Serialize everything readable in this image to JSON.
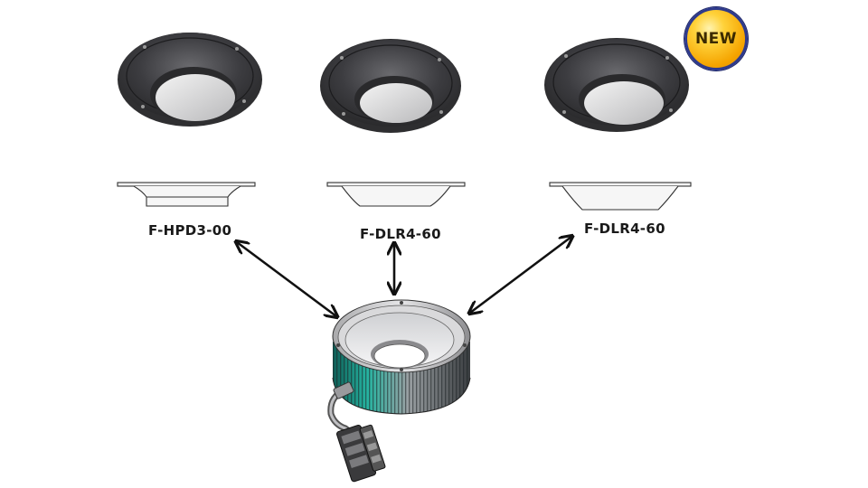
{
  "products": [
    {
      "label": "F-HPD3-00"
    },
    {
      "label": "F-DLR4-60"
    },
    {
      "label": "F-DLR4-60"
    }
  ],
  "badge": {
    "text": "NEW",
    "color_fill": "#f5b000",
    "color_ring": "#2e3a8c"
  },
  "colors": {
    "cone_dark": "#3c3c3e",
    "cone_light": "#c9c9cb",
    "led_green": "#1a8f80",
    "arrow": "#111111"
  },
  "icons": [
    "cone-reflector-icon",
    "ring-light-icon",
    "double-arrow-icon",
    "cable-connector-icon"
  ]
}
